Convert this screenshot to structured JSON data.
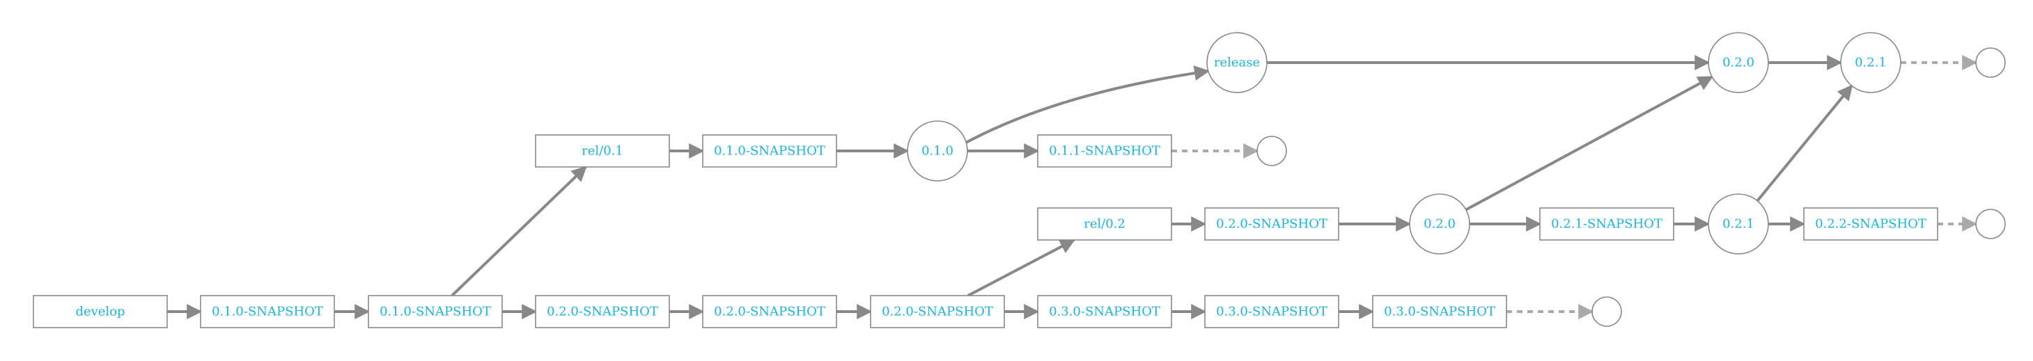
{
  "nodes": {
    "develop": {
      "label": "develop",
      "shape": "box"
    },
    "d_s010": {
      "label": "0.1.0-SNAPSHOT",
      "shape": "box"
    },
    "d_s010b": {
      "label": "0.1.0-SNAPSHOT",
      "shape": "box"
    },
    "d_s020": {
      "label": "0.2.0-SNAPSHOT",
      "shape": "box"
    },
    "d_s020b": {
      "label": "0.2.0-SNAPSHOT",
      "shape": "box"
    },
    "d_s020c": {
      "label": "0.2.0-SNAPSHOT",
      "shape": "box"
    },
    "d_s030": {
      "label": "0.3.0-SNAPSHOT",
      "shape": "box"
    },
    "d_s030b": {
      "label": "0.3.0-SNAPSHOT",
      "shape": "box"
    },
    "d_s030c": {
      "label": "0.3.0-SNAPSHOT",
      "shape": "box"
    },
    "d_end": {
      "label": "",
      "shape": "circle"
    },
    "rel01": {
      "label": "rel/0.1",
      "shape": "box"
    },
    "r01_s010": {
      "label": "0.1.0-SNAPSHOT",
      "shape": "box"
    },
    "r01_v010": {
      "label": "0.1.0",
      "shape": "circle"
    },
    "r01_s011": {
      "label": "0.1.1-SNAPSHOT",
      "shape": "box"
    },
    "r01_end": {
      "label": "",
      "shape": "circle"
    },
    "rel02": {
      "label": "rel/0.2",
      "shape": "box"
    },
    "r02_s020": {
      "label": "0.2.0-SNAPSHOT",
      "shape": "box"
    },
    "r02_v020": {
      "label": "0.2.0",
      "shape": "circle"
    },
    "r02_s021": {
      "label": "0.2.1-SNAPSHOT",
      "shape": "box"
    },
    "r02_v021": {
      "label": "0.2.1",
      "shape": "circle"
    },
    "r02_s022": {
      "label": "0.2.2-SNAPSHOT",
      "shape": "box"
    },
    "r02_end": {
      "label": "",
      "shape": "circle"
    },
    "release": {
      "label": "release",
      "shape": "circle"
    },
    "rl_v020": {
      "label": "0.2.0",
      "shape": "circle"
    },
    "rl_v021": {
      "label": "0.2.1",
      "shape": "circle"
    },
    "rl_end": {
      "label": "",
      "shape": "circle"
    }
  },
  "edges": [
    {
      "from": "develop",
      "to": "d_s010"
    },
    {
      "from": "d_s010",
      "to": "d_s010b"
    },
    {
      "from": "d_s010b",
      "to": "d_s020"
    },
    {
      "from": "d_s020",
      "to": "d_s020b"
    },
    {
      "from": "d_s020b",
      "to": "d_s020c"
    },
    {
      "from": "d_s020c",
      "to": "d_s030"
    },
    {
      "from": "d_s030",
      "to": "d_s030b"
    },
    {
      "from": "d_s030b",
      "to": "d_s030c"
    },
    {
      "from": "d_s030c",
      "to": "d_end",
      "style": "dashed"
    },
    {
      "from": "d_s010b",
      "to": "rel01"
    },
    {
      "from": "rel01",
      "to": "r01_s010"
    },
    {
      "from": "r01_s010",
      "to": "r01_v010"
    },
    {
      "from": "r01_v010",
      "to": "r01_s011"
    },
    {
      "from": "r01_s011",
      "to": "r01_end",
      "style": "dashed"
    },
    {
      "from": "r01_v010",
      "to": "release"
    },
    {
      "from": "d_s020c",
      "to": "rel02"
    },
    {
      "from": "rel02",
      "to": "r02_s020"
    },
    {
      "from": "r02_s020",
      "to": "r02_v020"
    },
    {
      "from": "r02_v020",
      "to": "r02_s021"
    },
    {
      "from": "r02_s021",
      "to": "r02_v021"
    },
    {
      "from": "r02_v021",
      "to": "r02_s022"
    },
    {
      "from": "r02_s022",
      "to": "r02_end",
      "style": "dashed"
    },
    {
      "from": "release",
      "to": "rl_v020"
    },
    {
      "from": "r02_v020",
      "to": "rl_v020"
    },
    {
      "from": "rl_v020",
      "to": "rl_v021"
    },
    {
      "from": "r02_v021",
      "to": "rl_v021"
    },
    {
      "from": "rl_v021",
      "to": "rl_end",
      "style": "dashed"
    }
  ],
  "colors": {
    "node_stroke": "#888888",
    "edge": "#888888",
    "dashed_edge": "#aaaaaa",
    "label": "#19b5de"
  }
}
